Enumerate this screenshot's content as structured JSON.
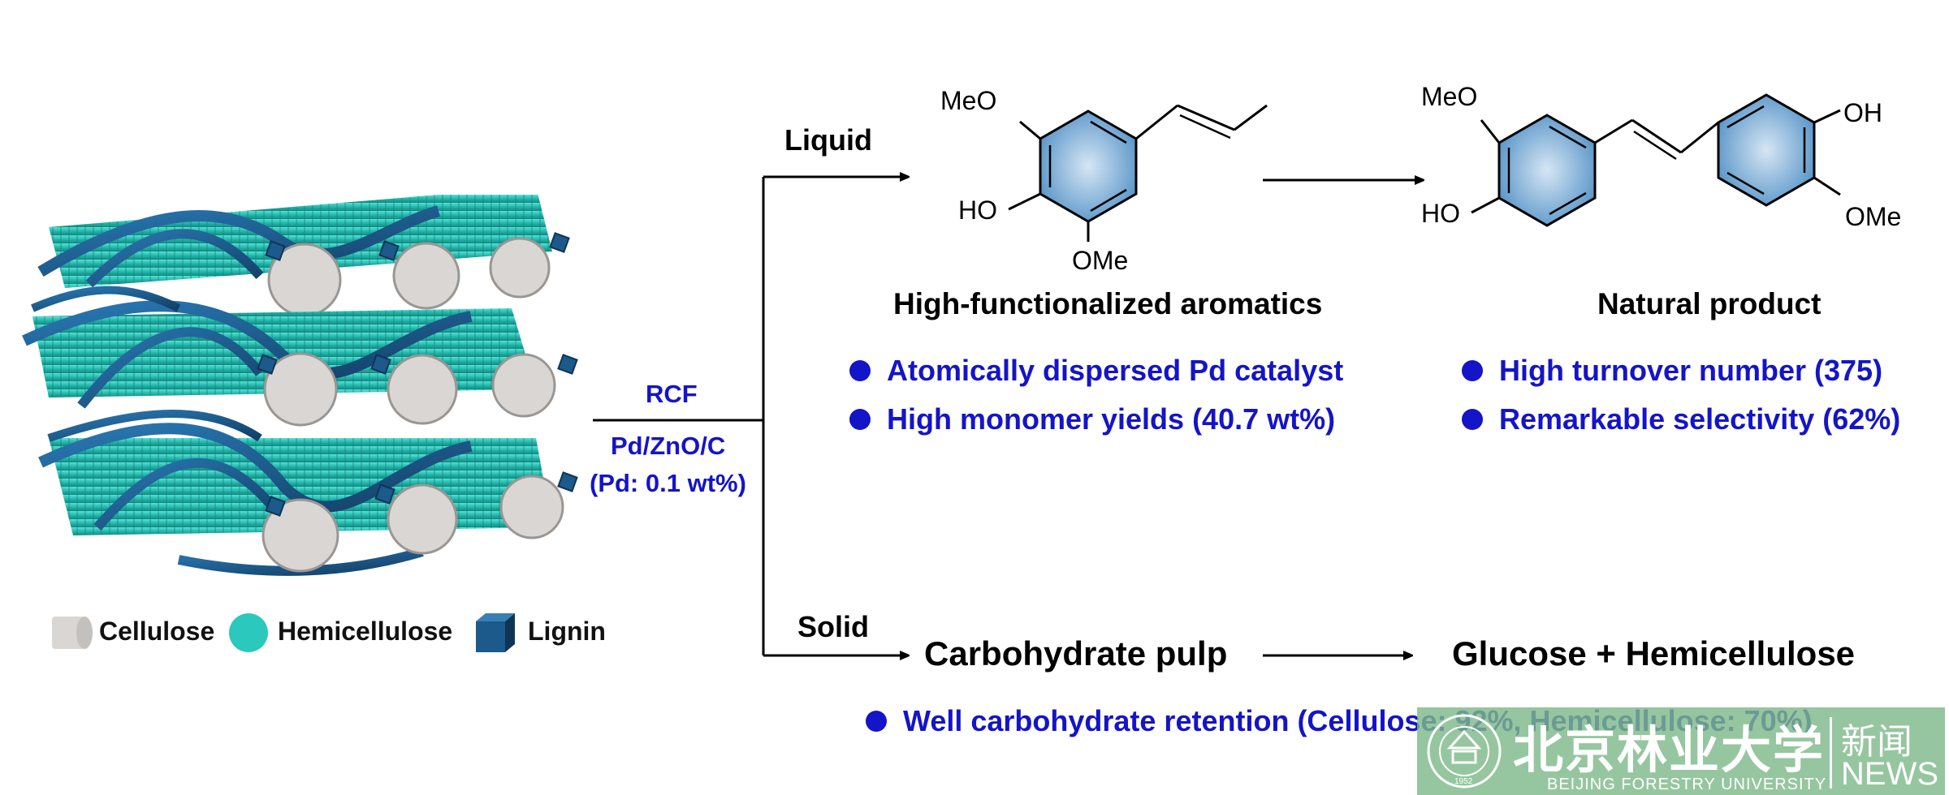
{
  "legend": {
    "cellulose": "Cellulose",
    "hemicellulose": "Hemicellulose",
    "lignin": "Lignin"
  },
  "reaction": {
    "rcf": "RCF",
    "catalyst": "Pd/ZnO/C",
    "loading": "(Pd: 0.1 wt%)"
  },
  "branches": {
    "liquid": "Liquid",
    "solid": "Solid"
  },
  "molecules": {
    "aromatic_meo": "MeO",
    "aromatic_ho": "HO",
    "aromatic_ome": "OMe",
    "product_meo": "MeO",
    "product_ho": "HO",
    "product_oh": "OH",
    "product_ome": "OMe"
  },
  "headings": {
    "aromatics": "High-functionalized aromatics",
    "natural_product": "Natural product",
    "pulp": "Carbohydrate pulp",
    "glucose": "Glucose + Hemicellulose"
  },
  "bullets": {
    "b1": "Atomically dispersed Pd catalyst",
    "b2": "High monomer yields (40.7 wt%)",
    "b3": "High turnover number (375)",
    "b4": "Remarkable selectivity (62%)",
    "b5": "Well carbohydrate retention (Cellulose: 92%, Hemicellulose: 70%)"
  },
  "watermark": {
    "name_cn": "北京林业大学",
    "name_en": "BEIJING FORESTRY UNIVERSITY",
    "news_cn": "新闻",
    "news_en": "NEWS",
    "year": "1952"
  },
  "colors": {
    "cellulose": "#d9d6d4",
    "hemicellulose": "#2bc9bd",
    "lignin": "#1b5a8a",
    "accent_text": "#1414c8",
    "watermark_bg": "#7fb98a"
  }
}
